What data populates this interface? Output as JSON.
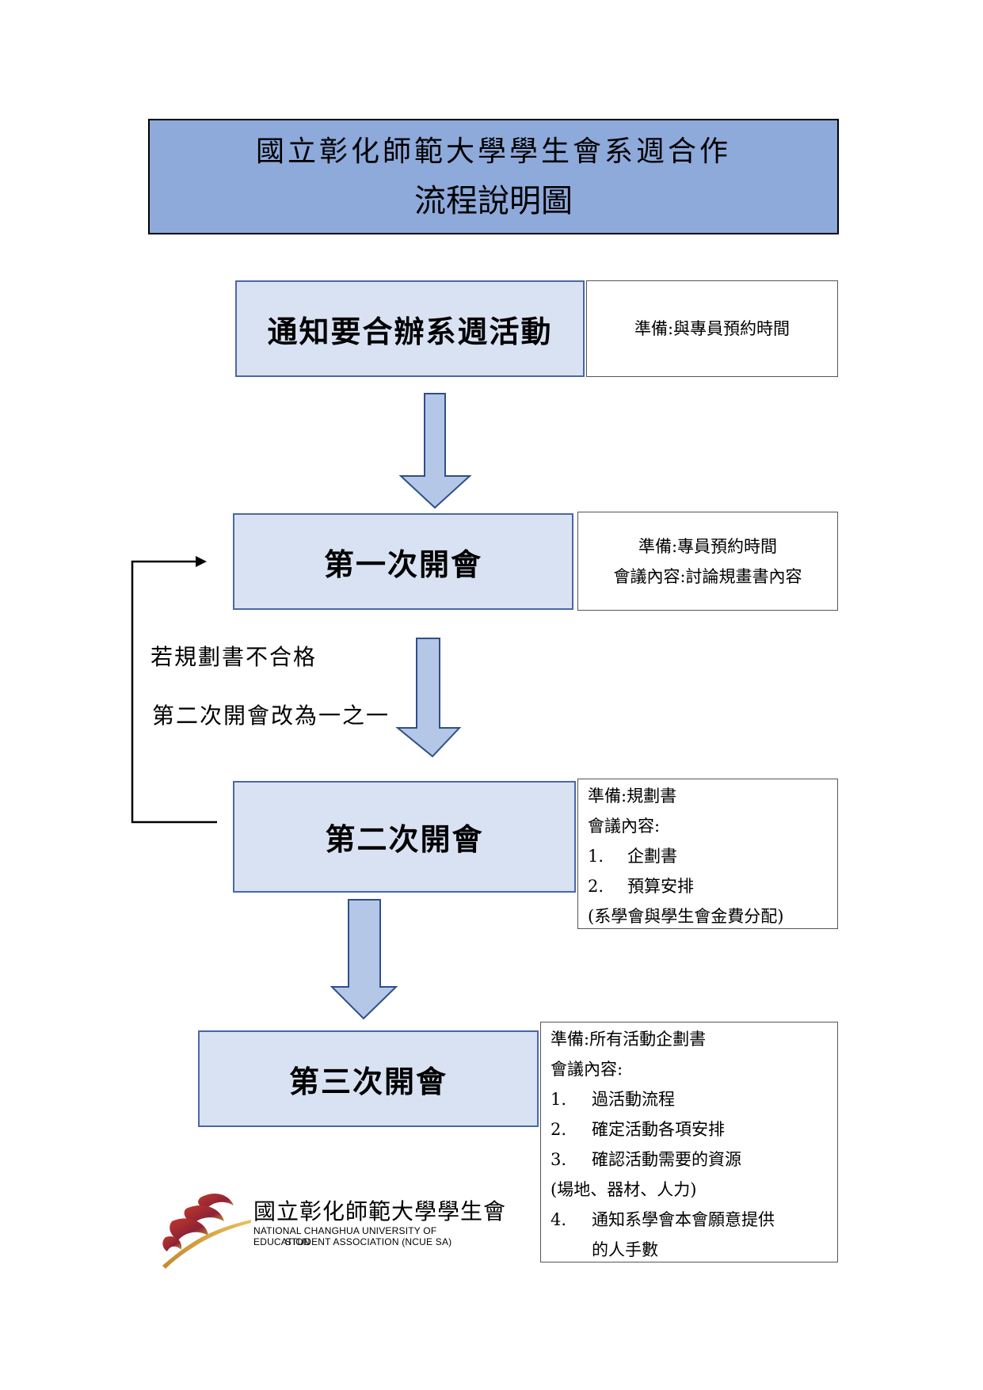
{
  "title": {
    "line1": "國立彰化師範大學學生會系週合作",
    "line2": "流程說明圖"
  },
  "steps": [
    {
      "label": "通知要合辦系週活動",
      "note_lines": [
        "準備:與專員預約時間"
      ]
    },
    {
      "label": "第一次開會",
      "note_lines": [
        "準備:專員預約時間",
        "會議內容:討論規畫書內容"
      ]
    },
    {
      "label": "第二次開會",
      "note": {
        "prep": "準備:規劃書",
        "content_label": "會議內容:",
        "items": [
          {
            "num": "1.",
            "text": "企劃書"
          },
          {
            "num": "2.",
            "text": "預算安排"
          }
        ],
        "extra": "(系學會與學生會金費分配)"
      }
    },
    {
      "label": "第三次開會",
      "note": {
        "prep": "準備:所有活動企劃書",
        "content_label": "會議內容:",
        "items": [
          {
            "num": "1.",
            "text": "過活動流程"
          },
          {
            "num": "2.",
            "text": "確定活動各項安排"
          },
          {
            "num": "3.",
            "text": "確認活動需要的資源"
          }
        ],
        "extra": "(場地、器材、人力)",
        "item4": {
          "num": "4.",
          "text": "通知系學會本會願意提供",
          "cont": "的人手數"
        }
      }
    }
  ],
  "loop": {
    "line1": "若規劃書不合格",
    "line2": "第二次開會改為一之一"
  },
  "logo": {
    "name_zh": "國立彰化師範大學學生會",
    "name_en_1": "NATIONAL CHANGHUA UNIVERSITY OF EDUCATION",
    "name_en_2": "STUDENT ASSOCIATION (NCUE SA)"
  },
  "colors": {
    "title_fill": "#8eaadb",
    "step_fill": "#d9e2f3",
    "step_border": "#4a67a6",
    "arrow_fill": "#b4c7e7",
    "arrow_stroke": "#2f4f8a"
  }
}
